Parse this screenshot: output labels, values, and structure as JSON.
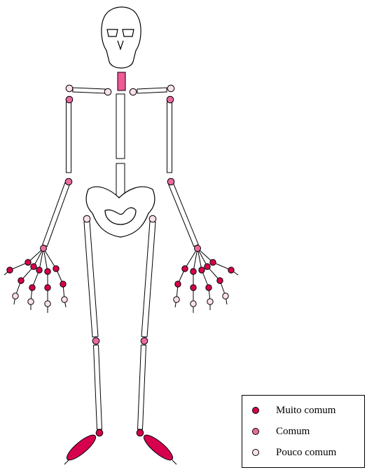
{
  "colors": {
    "very_common": "#d6004f",
    "common": "#ea6aa0",
    "rare": "#fbe0ea",
    "bone_outline": "#000000",
    "bone_fill": "#ffffff",
    "neck_fill": "#ef5a95"
  },
  "legend": {
    "items": [
      {
        "key": "very_common",
        "label": "Muito comum"
      },
      {
        "key": "common",
        "label": "Comum"
      },
      {
        "key": "rare",
        "label": "Pouco comum"
      }
    ]
  }
}
